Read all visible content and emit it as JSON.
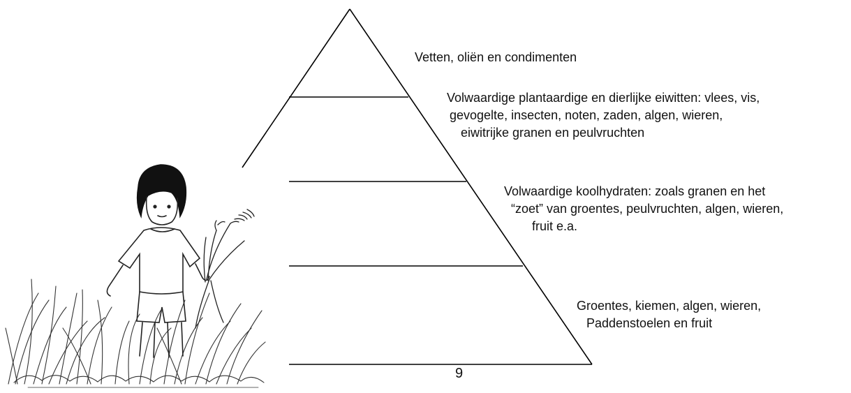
{
  "pyramid": {
    "levels": [
      {
        "id": "top",
        "lines": [
          "Vetten, oliën en condimenten"
        ]
      },
      {
        "id": "proteins",
        "lines": [
          "Volwaardige plantaardige en dierlijke eiwitten: vlees, vis,",
          "gevogelte, insecten, noten, zaden, algen, wieren,",
          "eiwitrijke granen en peulvruchten"
        ]
      },
      {
        "id": "carbs",
        "lines": [
          "Volwaardige koolhydraten: zoals granen en het",
          "“zoet” van groentes, peulvruchten, algen, wieren,",
          "fruit e.a."
        ]
      },
      {
        "id": "vegetables",
        "lines": [
          "Groentes, kiemen, algen, wieren,",
          "Paddenstoelen en fruit"
        ]
      }
    ]
  },
  "illustration": {
    "subject": "child-in-grass-illustration"
  },
  "page_number": "9"
}
